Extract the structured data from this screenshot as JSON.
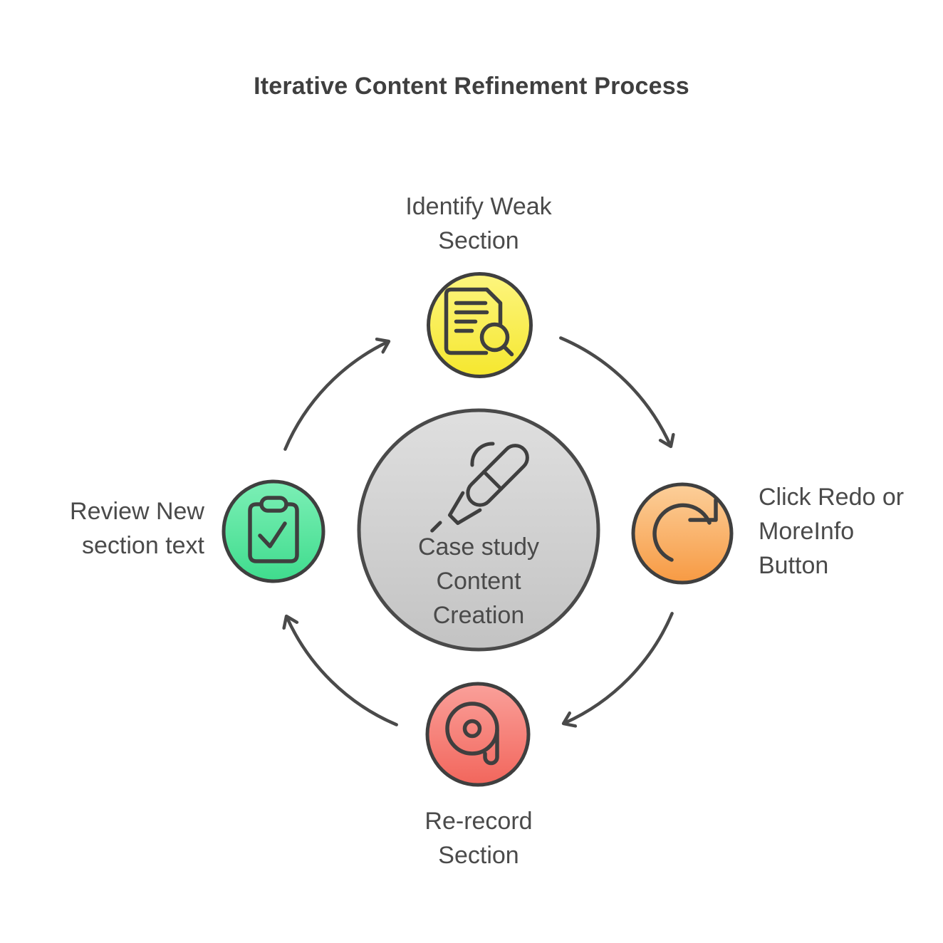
{
  "title": "Iterative Content Refinement Process",
  "center": {
    "icon": "pen-icon",
    "line1": "Case study",
    "line2": "Content",
    "line3": "Creation",
    "fill_top": "#dfdfdf",
    "fill_bottom": "#c3c3c3"
  },
  "steps": [
    {
      "name": "identify-weak-section",
      "icon": "document-search-icon",
      "line1": "Identify Weak",
      "line2": "Section",
      "fill_top": "#fdf57f",
      "fill_bottom": "#f5e72e"
    },
    {
      "name": "click-redo-or-moreinfo-button",
      "icon": "redo-icon",
      "line1": "Click Redo or",
      "line2": "MoreInfo",
      "line3": "Button",
      "fill_top": "#fccf9a",
      "fill_bottom": "#f79a43"
    },
    {
      "name": "re-record-section",
      "icon": "film-reel-icon",
      "line1": "Re-record",
      "line2": "Section",
      "fill_top": "#faa09a",
      "fill_bottom": "#f2665c"
    },
    {
      "name": "review-new-section-text",
      "icon": "clipboard-check-icon",
      "line1": "Review New",
      "line2": "section text",
      "fill_top": "#7cefb6",
      "fill_bottom": "#3fdc8d"
    }
  ],
  "colors": {
    "background": "#ffffff",
    "outline": "#3f3f3f",
    "arrow": "#4a4a4a",
    "text": "#4a4a4a",
    "title_text": "#3f3f3f"
  }
}
